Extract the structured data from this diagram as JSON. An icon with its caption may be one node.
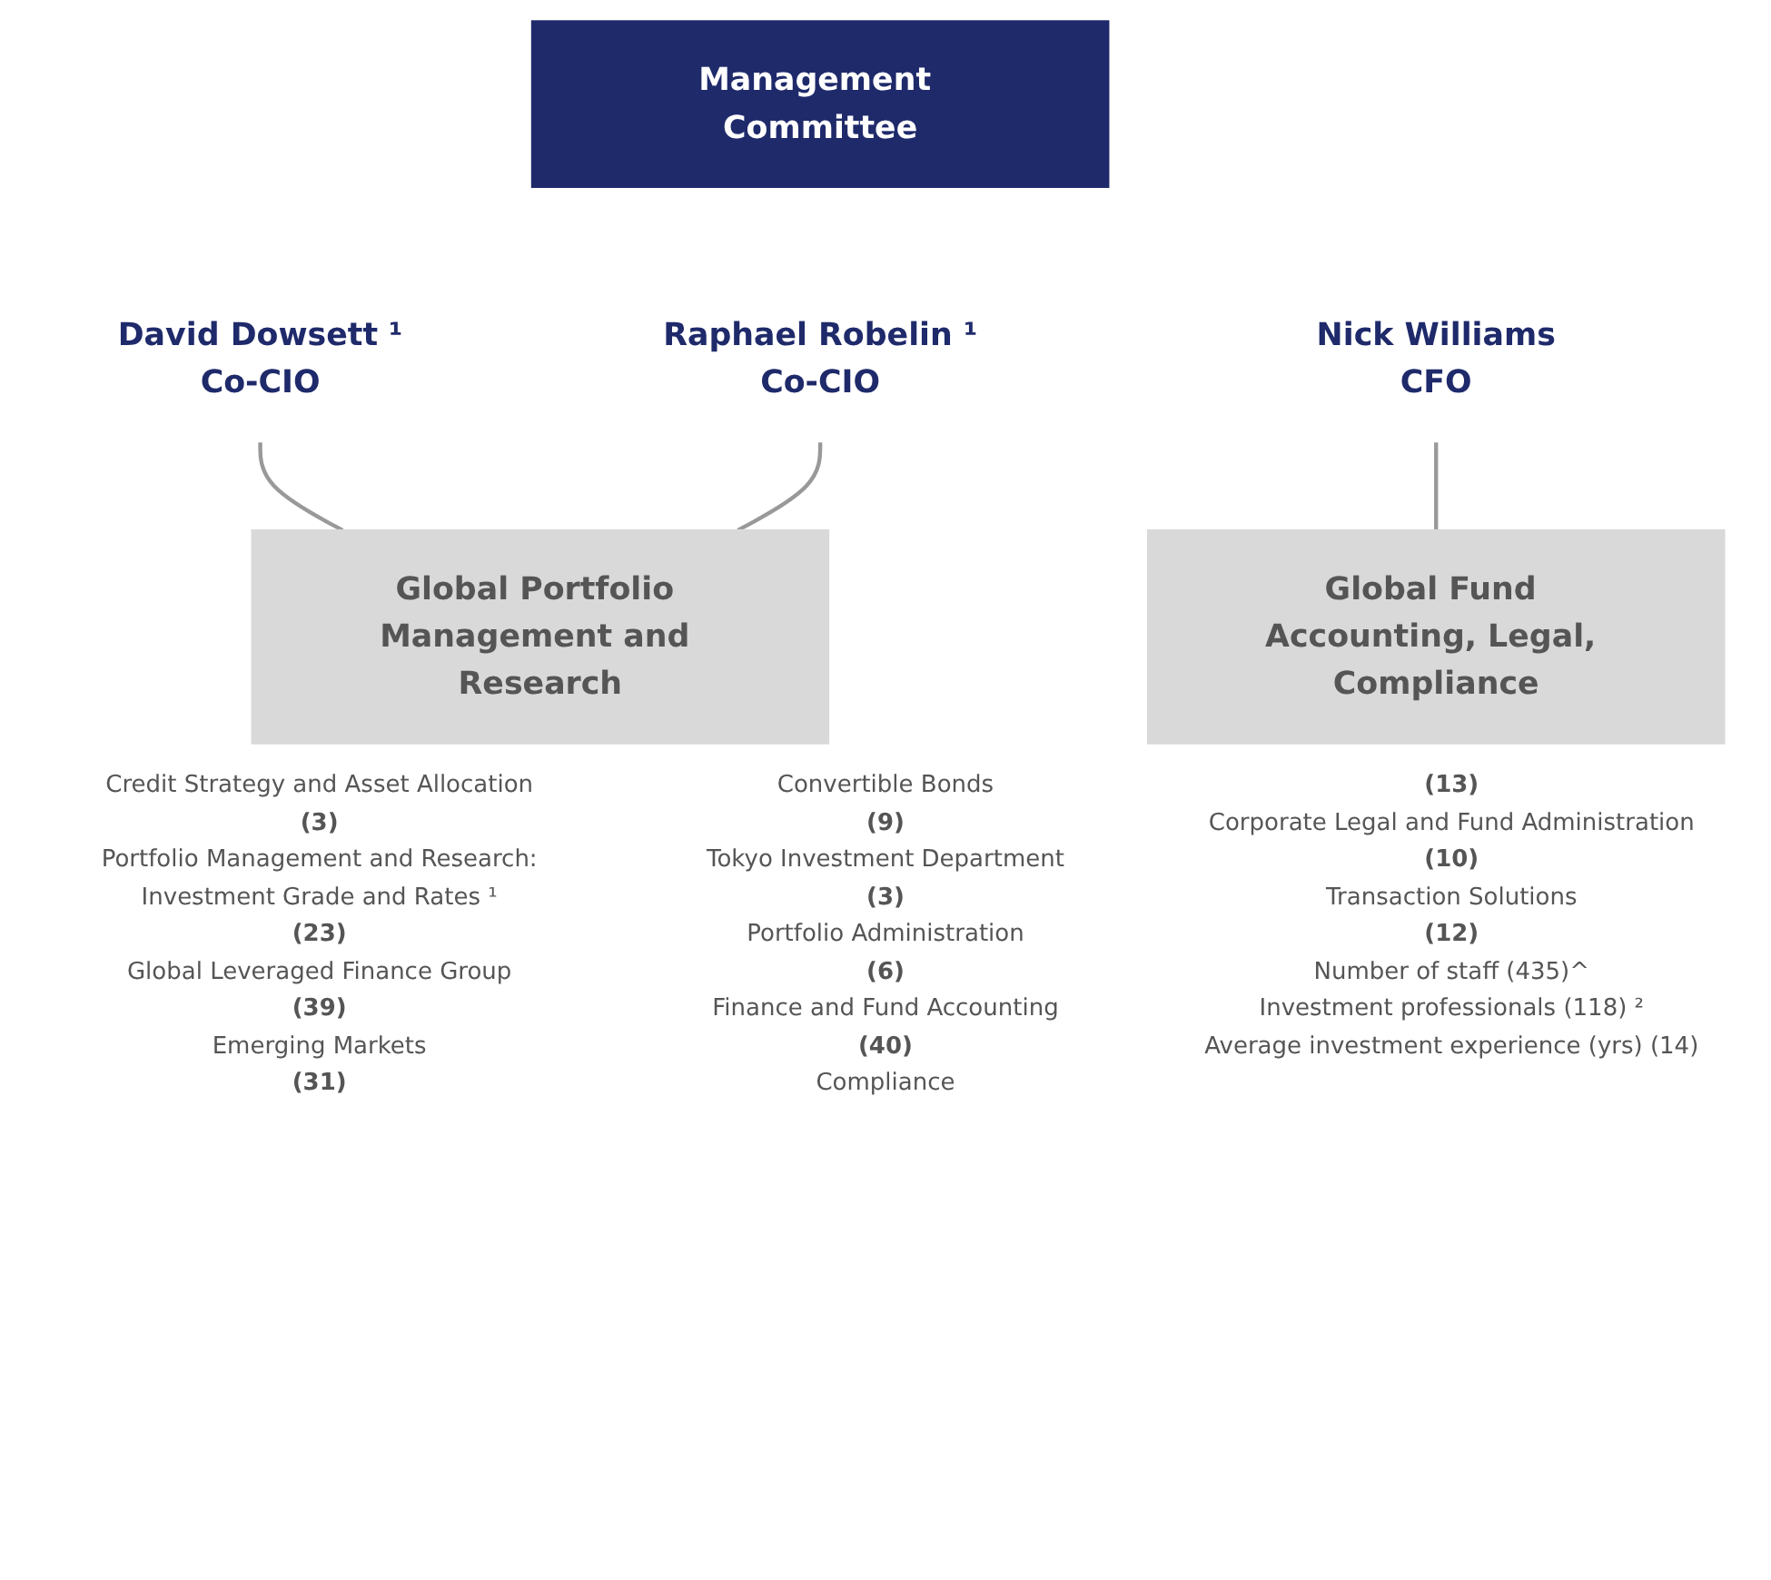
{
  "diagram": {
    "nodes": [
      {
        "text": [
          "Management Committee"
        ]
      },
      {
        "text": [
          "David Dowsett ¹",
          "Co-CIO"
        ]
      },
      {
        "text": [
          "Raphael Robelin ¹",
          "Co-CIO"
        ]
      },
      {
        "text": [
          "Nick Williams",
          "CFO"
        ]
      },
      {
        "text": [
          "Global Portfolio Management and Research"
        ]
      },
      {
        "text": [
          "Global Fund Accounting, Legal, Compliance"
        ]
      }
    ],
    "edges": [
      {
        "from": 1,
        "to": 4,
        "arrow": "none"
      },
      {
        "from": 2,
        "to": 4,
        "arrow": "none"
      },
      {
        "from": 3,
        "to": 5,
        "arrow": "none"
      }
    ],
    "labels": [
      "Credit Strategy and Asset Allocation",
      "(3)",
      "Portfolio Management and Research:",
      "Investment Grade and Rates ¹",
      "(23)",
      "Global Leveraged Finance Group",
      "(39)",
      "Emerging Markets",
      "(31)",
      "Convertible Bonds",
      "(9)",
      "Tokyo Investment Department",
      "(3)",
      "Portfolio Administration",
      "(6)",
      "Finance and Fund Accounting",
      "(40)",
      "Compliance",
      "(13)",
      "Corporate Legal and Fund Administration",
      "(10)",
      "Transaction Solutions",
      "(12)",
      "Number of staff (435)^",
      "Investment professionals (118) ²",
      "Average investment experience (yrs) (14)"
    ]
  }
}
